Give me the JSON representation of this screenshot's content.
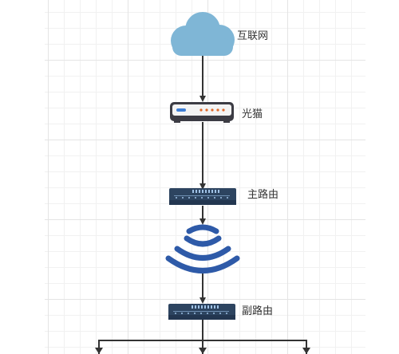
{
  "nodes": {
    "internet": {
      "label": "互联网",
      "icon": "cloud-icon"
    },
    "modem": {
      "label": "光猫",
      "icon": "modem-icon"
    },
    "main_router": {
      "label": "主路由",
      "icon": "router-icon"
    },
    "wireless": {
      "icon": "wifi-icon"
    },
    "sub_router": {
      "label": "副路由",
      "icon": "router-icon"
    }
  },
  "edges": [
    {
      "from": "internet",
      "to": "modem"
    },
    {
      "from": "modem",
      "to": "main_router"
    },
    {
      "from": "main_router",
      "to": "wireless"
    },
    {
      "from": "wireless",
      "to": "sub_router"
    },
    {
      "from": "sub_router",
      "to": "client-left"
    },
    {
      "from": "sub_router",
      "to": "client-center"
    },
    {
      "from": "sub_router",
      "to": "client-right"
    }
  ],
  "colors": {
    "cloud": "#7fb6d6",
    "router_body": "#2d4460",
    "modem_body": "#3c3c44",
    "modem_led": "#e0692a",
    "modem_indicator": "#3f7fd6",
    "wifi": "#2e5aa8",
    "connector": "#333333"
  }
}
